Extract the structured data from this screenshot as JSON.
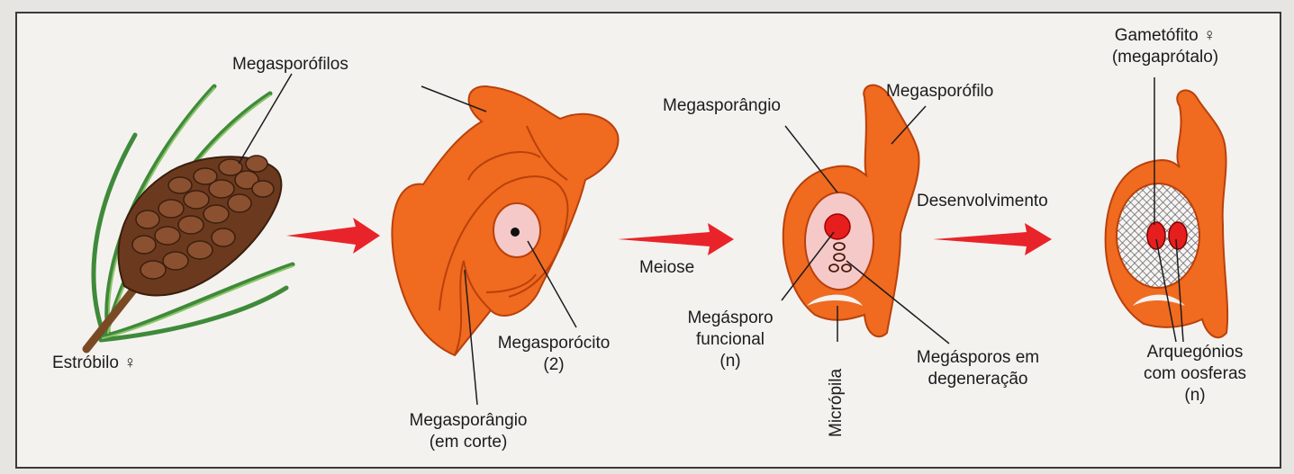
{
  "labels": {
    "megasporofilos": "Megasporófilos",
    "estrobilo": "Estróbilo",
    "female_symbol": "♀",
    "megasporocito": "Megasporócito",
    "megasporocito_ploidy": "(2)",
    "megasporangio_corte": "Megasporângio",
    "megasporangio_corte_sub": "(em corte)",
    "meiose": "Meiose",
    "megasporangio": "Megasporângio",
    "megasporofilo": "Megasporófilo",
    "megasporo_funcional_1": "Megásporo",
    "megasporo_funcional_2": "funcional",
    "megasporo_funcional_3": "(n)",
    "micropila": "Micrópila",
    "megasporos_degeneracao_1": "Megásporos em",
    "megasporos_degeneracao_2": "degeneração",
    "desenvolvimento": "Desenvolvimento",
    "gametofito": "Gametófito",
    "megaprotalo": "(megaprótalo)",
    "arquegonios_1": "Arquegónios",
    "arquegonios_2": "com oosferas",
    "arquegonios_3": "(n)"
  },
  "colors": {
    "tissue": "#f06a1f",
    "tissue_dark": "#b8410c",
    "nucellus": "#f6c9c9",
    "arrow": "#e8242a",
    "cone": "#6b3a1e",
    "needle": "#3f8a3a",
    "egg": "#e61e1e"
  }
}
